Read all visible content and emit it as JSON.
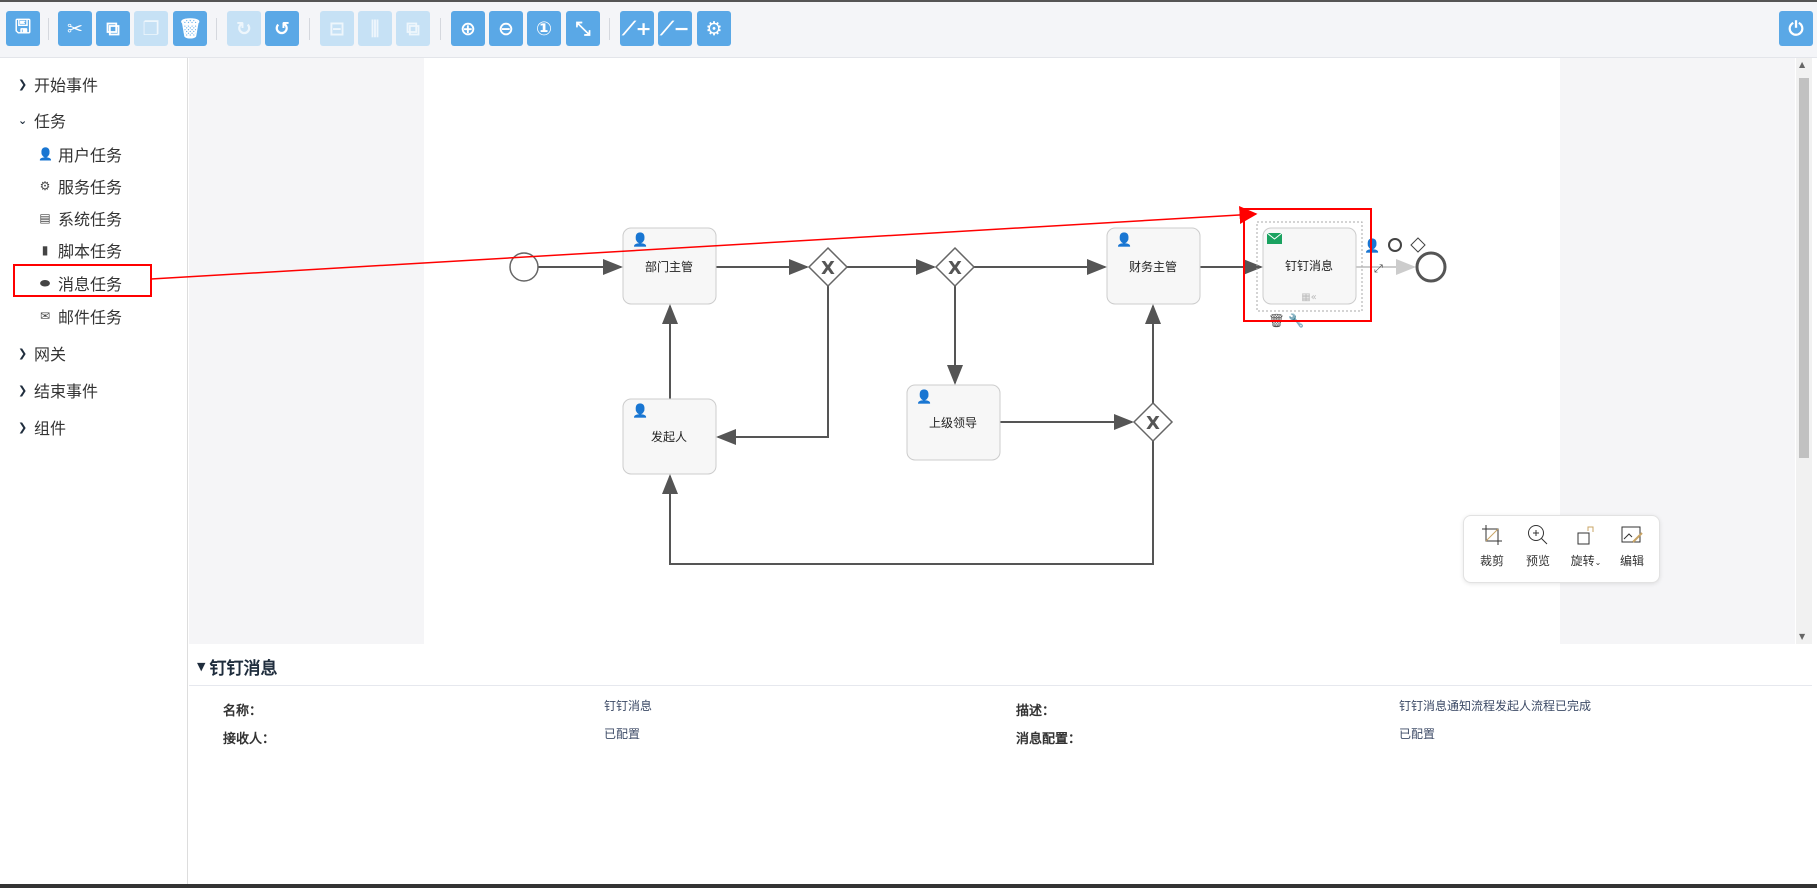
{
  "toolbar": {
    "buttons": [
      {
        "name": "save",
        "icon": "save-icon",
        "enabled": true
      },
      {
        "name": "cut",
        "icon": "scissors-icon",
        "enabled": true
      },
      {
        "name": "copy",
        "icon": "copy-icon",
        "enabled": true
      },
      {
        "name": "paste",
        "icon": "paste-icon",
        "enabled": false
      },
      {
        "name": "delete",
        "icon": "trash-icon",
        "enabled": true
      },
      {
        "name": "redo",
        "icon": "redo-icon",
        "enabled": false
      },
      {
        "name": "undo",
        "icon": "undo-icon",
        "enabled": true
      },
      {
        "name": "align-horizontal",
        "icon": "align-horizontal-icon",
        "enabled": false
      },
      {
        "name": "align-vertical",
        "icon": "align-vertical-icon",
        "enabled": false
      },
      {
        "name": "same-size",
        "icon": "same-size-icon",
        "enabled": false
      },
      {
        "name": "zoom-in",
        "icon": "zoom-in-icon",
        "enabled": true
      },
      {
        "name": "zoom-out",
        "icon": "zoom-out-icon",
        "enabled": true
      },
      {
        "name": "zoom-actual",
        "icon": "zoom-actual-icon",
        "enabled": true
      },
      {
        "name": "zoom-fit",
        "icon": "zoom-fit-icon",
        "enabled": true
      },
      {
        "name": "add-bendpoint",
        "icon": "add-bendpoint-icon",
        "enabled": true
      },
      {
        "name": "remove-bendpoint",
        "icon": "remove-bendpoint-icon",
        "enabled": true
      },
      {
        "name": "settings",
        "icon": "gear-icon",
        "enabled": true
      }
    ],
    "power": "power-icon"
  },
  "sidebar": {
    "groups": {
      "start": "开始事件",
      "task": "任务",
      "gateway": "网关",
      "end": "结束事件",
      "component": "组件"
    },
    "tasks": [
      "用户任务",
      "服务任务",
      "系统任务",
      "脚本任务",
      "消息任务",
      "邮件任务"
    ]
  },
  "diagram": {
    "nodes": {
      "dept": "部门主管",
      "finance": "财务主管",
      "dingding": "钉钉消息",
      "superior": "上级领导",
      "initiator": "发起人"
    },
    "gateway_mark": "X"
  },
  "popup": {
    "crop": "裁剪",
    "preview": "预览",
    "rotate": "旋转",
    "edit": "编辑"
  },
  "panel": {
    "title": "钉钉消息",
    "fields": {
      "name_label": "名称：",
      "name_value": "钉钉消息",
      "desc_label": "描述：",
      "desc_value": "钉钉消息通知流程发起人流程已完成",
      "receiver_label": "接收人：",
      "receiver_value": "已配置",
      "msgcfg_label": "消息配置：",
      "msgcfg_value": "已配置"
    }
  },
  "colors": {
    "accent": "#5aa8e6",
    "annotation": "#ff0000",
    "message_icon": "#1aa260"
  }
}
